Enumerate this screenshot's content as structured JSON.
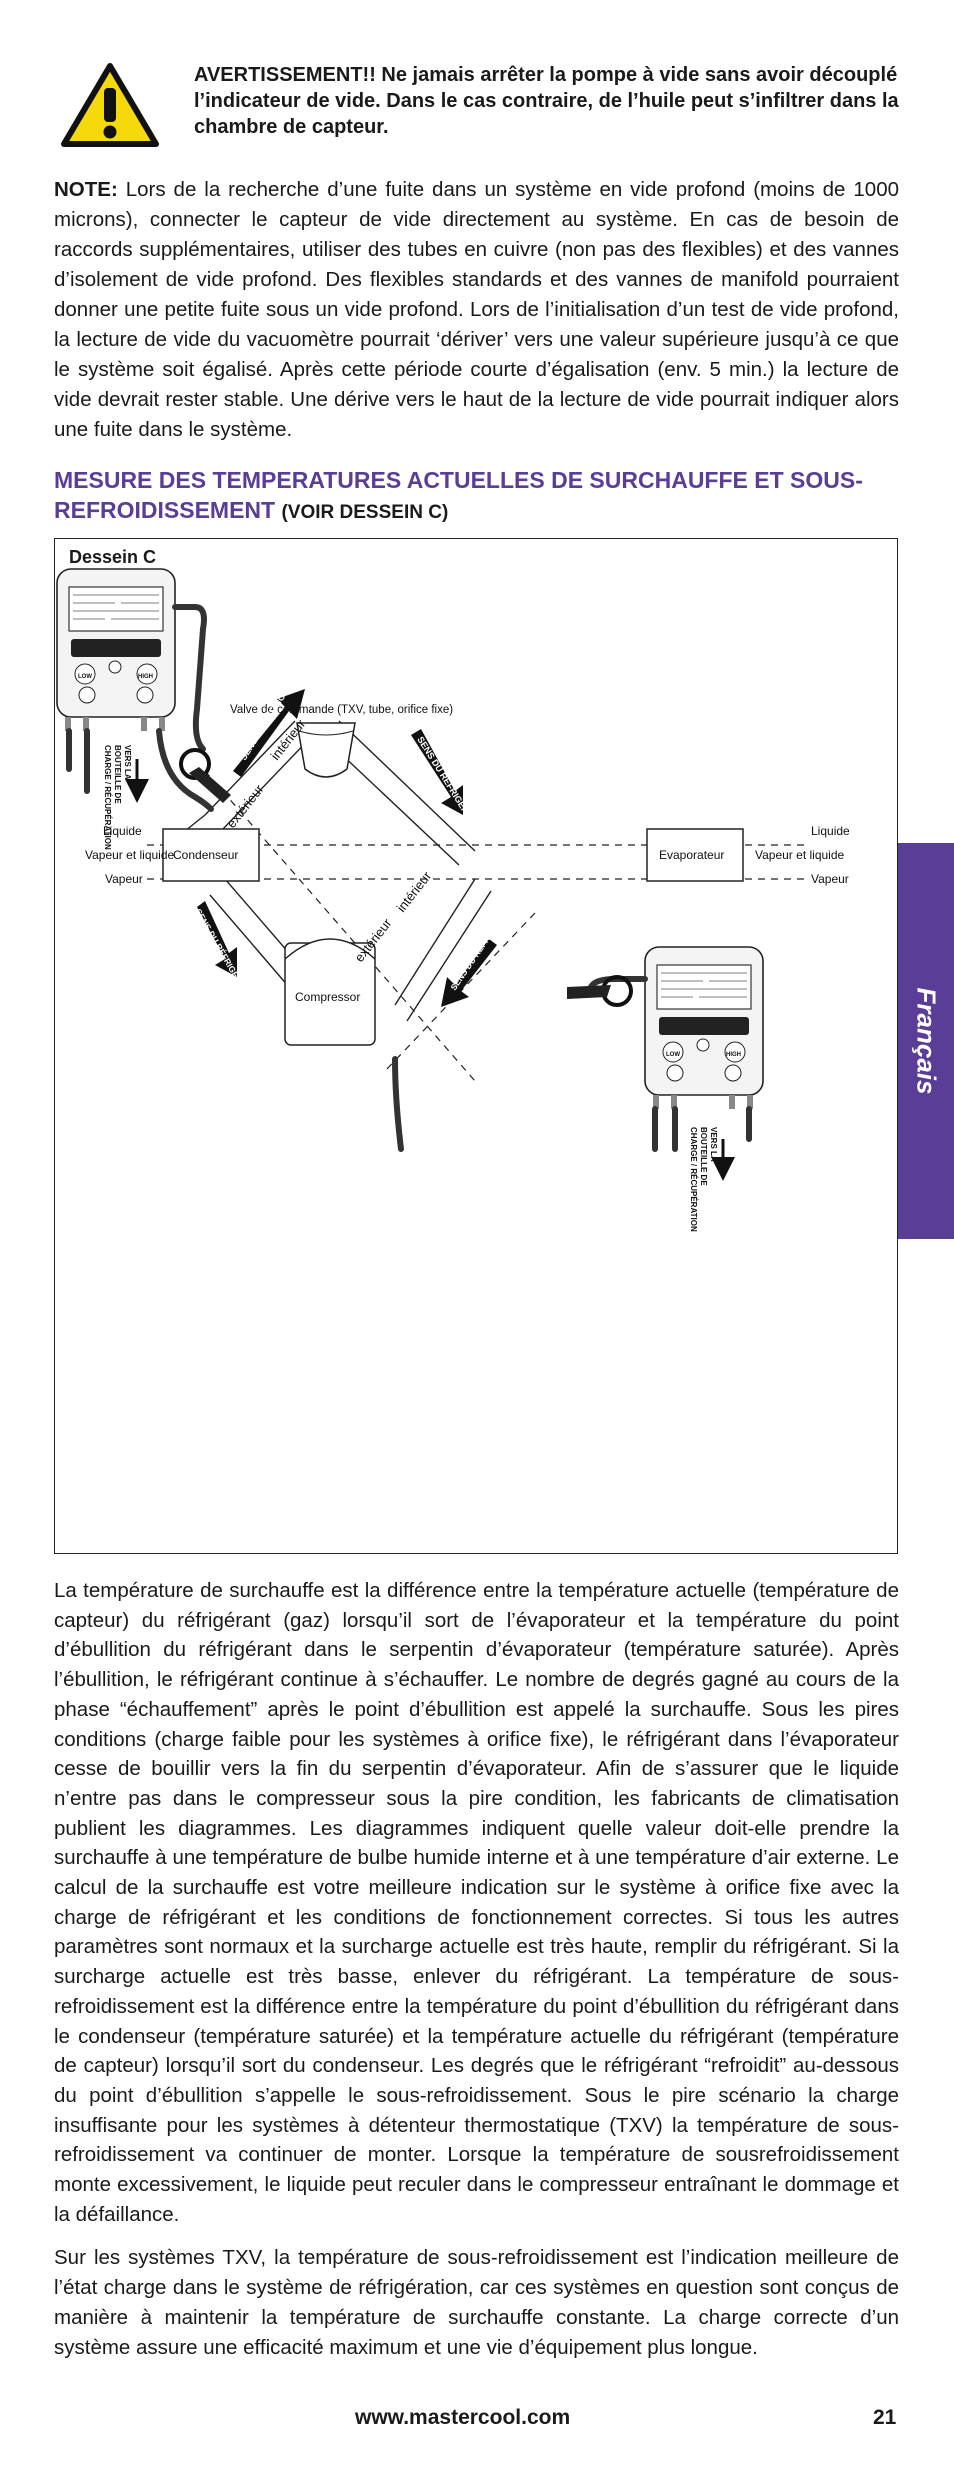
{
  "warning": {
    "text": "AVERTISSEMENT!! Ne jamais arrêter la pompe à vide sans avoir découplé l’indicateur de vide. Dans le cas contraire, de l’huile peut s’infiltrer dans la chambre de capteur."
  },
  "note": {
    "label": "NOTE:",
    "text": " Lors de la recherche d’une fuite dans un système en vide profond (moins de 1000 microns), connecter le capteur de vide directement au système. En cas de besoin de raccords supplémentaires, utiliser des tubes en cuivre (non pas des flexibles) et des vannes d’isolement de vide profond. Des flexibles standards et des vannes de manifold pourraient donner une petite fuite sous un vide profond. Lors  de l’initialisation d’un test de vide profond, la lecture de vide du vacuomètre pourrait ‘dériver’ vers une valeur supérieure jusqu’à ce que le système soit égalisé. Après cette période courte d’égalisation (env. 5 min.) la lecture de vide devrait rester stable. Une dérive vers le haut de la lecture de vide pourrait indiquer alors une fuite dans le système."
  },
  "section": {
    "title": "MESURE DES TEMPERATURES ACTUELLES DE SURCHAUFFE ET SOUS-REFROIDISSEMENT ",
    "subtitle": "(VOIR DESSEIN C)"
  },
  "figure": {
    "label": "Dessein C",
    "valve_label": "Valve de commande (TXV, tube, orifice fixe)",
    "flow_label": "SENS DU RÉFRIGÉRANT",
    "interior": "intérieur",
    "exterior": "extérieur",
    "liquid": "Liquide",
    "vapor_liquid": "Vapeur et liquide",
    "vapor": "Vapeur",
    "condenser": "Condenseur",
    "evaporator": "Evaporateur",
    "compressor": "Compressor",
    "recovery_line1": "VERS LA",
    "recovery_line2": "BOUTEILLE DE",
    "recovery_line3": "CHARGE / RÉCUPÉRATION",
    "gauge_low": "LOW",
    "gauge_high": "HIGH"
  },
  "body": {
    "p1": "La température de surchauffe est la différence entre la température actuelle (température de capteur) du réfrigérant (gaz) lorsqu’il sort de l’évaporateur et la température du point d’ébullition du réfrigérant dans le serpentin d’évaporateur (température saturée). Après l’ébullition, le réfrigérant continue à s’échauffer. Le nombre de degrés gagné au cours de la phase “échauffement” après le point d’ébullition est appelé la surchauffe. Sous les pires conditions (charge faible pour les systèmes à orifice fixe), le réfrigérant dans l’évaporateur cesse de bouillir vers la fin du serpentin d’évaporateur. Afin de s’assurer que le liquide n’entre pas dans le compresseur sous la pire condition, les fabricants de climatisation publient les diagrammes. Les diagrammes indiquent quelle valeur doit-elle prendre la surchauffe à une température de bulbe humide interne et à une température d’air externe. Le calcul de la surchauffe est votre meilleure indication sur le système à orifice fixe avec la charge de réfrigérant et les conditions de fonctionnement correctes. Si tous les autres paramètres sont normaux et la surcharge actuelle est très haute, remplir du réfrigérant. Si la surcharge actuelle est très basse, enlever du réfrigérant. La température de sous-refroidissement est la différence entre la température du point d’ébullition du réfrigérant dans le condenseur (température saturée) et la température actuelle du réfrigérant (température de capteur) lorsqu’il sort du condenseur. Les degrés que le réfrigérant “refroidit” au-dessous du point d’ébullition s’appelle le sous-refroidissement. Sous le pire scénario la charge insuffisante pour les systèmes à détenteur thermostatique (TXV) la température de sous-refroidissement va continuer de monter. Lorsque la température de sousrefroidissement monte excessivement, le liquide peut reculer dans le compresseur entraînant le dommage et la défaillance.",
    "p2": "Sur les systèmes TXV, la température de sous-refroidissement est l’indication meilleure de l’état charge dans le système de réfrigération, car ces systèmes en question sont conçus de manière à maintenir la température de surchauffe constante. La charge correcte d’un système assure une efficacité maximum et une vie d’équipement plus longue."
  },
  "footer": {
    "url": "www.mastercool.com",
    "page": "21"
  },
  "side_tab": {
    "label": "Français"
  },
  "colors": {
    "accent": "#5a3d97"
  }
}
